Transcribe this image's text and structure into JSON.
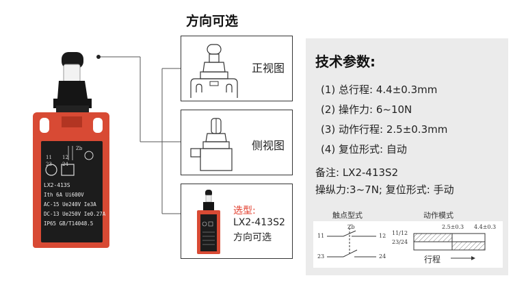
{
  "header": {
    "title": "方向可选"
  },
  "views": [
    {
      "label": "正视图"
    },
    {
      "label": "侧视图"
    }
  ],
  "selection": {
    "prefix": "选型:",
    "model": "LX2-413S2",
    "desc": "方向可选"
  },
  "product_label": {
    "model": "LX2-413S",
    "line1": "Ith 6A Ui600V",
    "line2": "AC-15 Ue240V Ie3A",
    "line3": "DC-13 Ue250V Ie0.27A",
    "line4": "IP65 GB/T14048.5",
    "contacts": [
      "11",
      "12",
      "23",
      "24"
    ],
    "zb": "Zb"
  },
  "specs": {
    "title": "技术参数:",
    "items": [
      "(1) 总行程: 4.4±0.3mm",
      "(2) 操作力: 6~10N",
      "(3) 动作行程: 2.5±0.3mm",
      "(4) 复位形式: 自动"
    ],
    "note1": "备注: LX2-413S2",
    "note2": "操纵力:3~7N; 复位形式: 手动"
  },
  "contact_diagram": {
    "title": "触点型式",
    "zb": "Zb",
    "t11": "11",
    "t12": "12",
    "t23": "23",
    "t24": "24"
  },
  "action_diagram": {
    "title": "动作模式",
    "row1": "11/12",
    "row2": "23/24",
    "v1": "2.5±0.3",
    "v2": "4.4±0.3",
    "stroke": "行程"
  }
}
